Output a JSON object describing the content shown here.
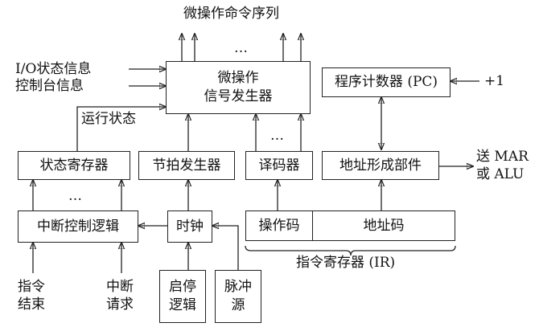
{
  "top_output": "微操作命令序列",
  "top_dots": "…",
  "inputs": {
    "io_status": "I/O状态信息",
    "console_info": "控制台信息",
    "plus_one": "+1"
  },
  "run_status": "运行状态",
  "boxes": {
    "micro_op_gen": "微操作\n信号发生器",
    "pc": "程序计数器 (PC)",
    "status_reg": "状态寄存器",
    "beat_gen": "节拍发生器",
    "decoder": "译码器",
    "addr_form": "地址形成部件",
    "interrupt_logic": "中断控制逻辑",
    "clock": "时钟",
    "opcode": "操作码",
    "address_code": "地址码",
    "start_stop": "启停\n逻辑",
    "pulse_source": "脉冲\n源"
  },
  "outputs": {
    "to_mar": "送 MAR\n或 ALU"
  },
  "ir_label": "指令寄存器 (IR)",
  "bottom_inputs": {
    "instr_end": "指令\n结束",
    "int_request": "中断\n请求"
  },
  "dots_decoder": "…",
  "dots_status": "…"
}
